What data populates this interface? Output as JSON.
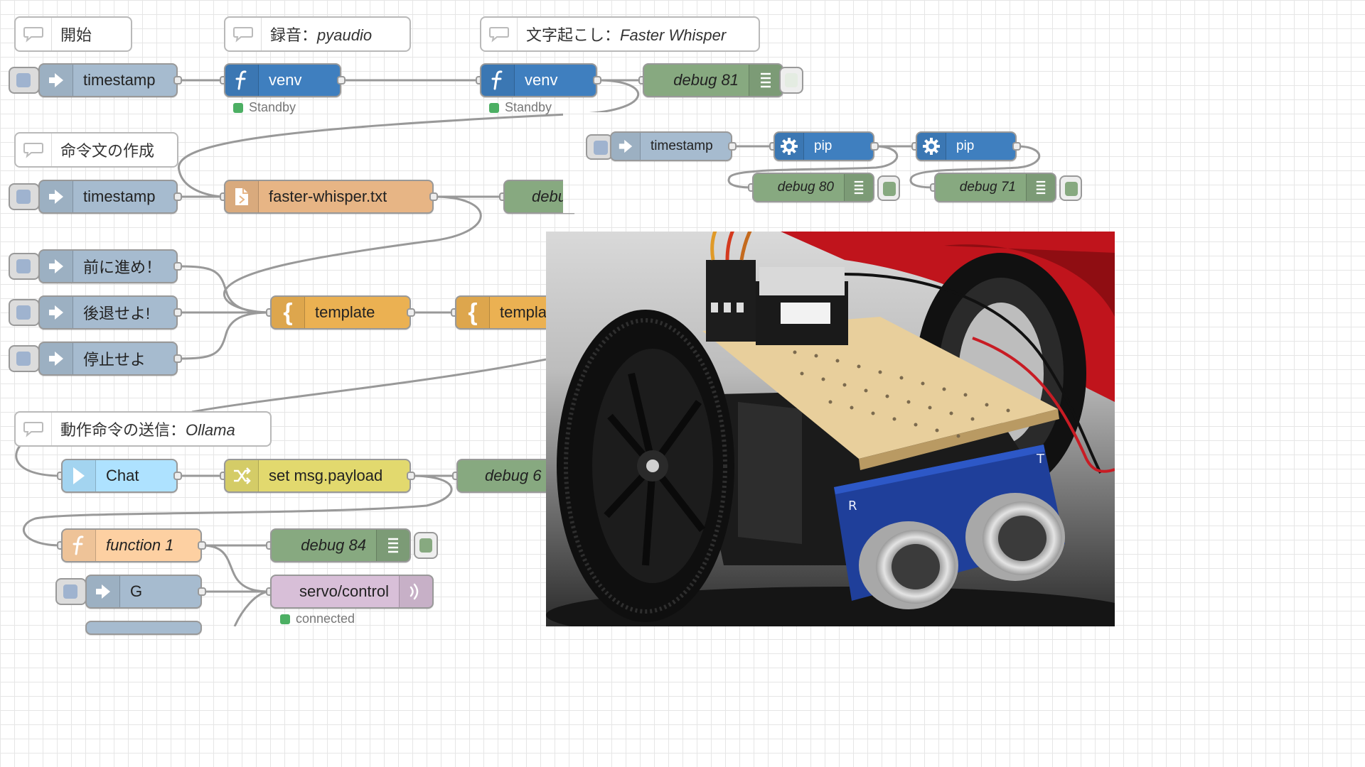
{
  "comments": {
    "start": "開始",
    "record_prefix": "録音：",
    "record_lib": "pyaudio",
    "transcribe_prefix": "文字起こし：",
    "transcribe_lib": "Faster Whisper",
    "instruction": "命令文の作成",
    "send_prefix": "動作命令の送信：",
    "send_lib": "Ollama"
  },
  "nodes": {
    "timestamp1": "timestamp",
    "venv1": "venv",
    "venv2": "venv",
    "debug81": "debug 81",
    "timestamp2": "timestamp",
    "file": "faster-whisper.txt",
    "debug_partial1": "debu",
    "cmd_forward": "前に進め！",
    "cmd_back": "後退せよ!",
    "cmd_stop": "停止せよ",
    "template1": "template",
    "template2": "templa",
    "chat": "Chat",
    "set_payload": "set msg.payload",
    "debug_partial2": "debug 6",
    "function1": "function 1",
    "debug84": "debug 84",
    "g": "G",
    "servo": "servo/control"
  },
  "status": {
    "standby1": "Standby",
    "standby2": "Standby",
    "connected": "connected"
  },
  "panel": {
    "timestamp": "timestamp",
    "pip1": "pip",
    "pip2": "pip",
    "debug80": "debug 80",
    "debug71": "debug 71"
  },
  "colors": {
    "inject": "#a6bbcf",
    "function": "#3f7fbf",
    "debug": "#87a980",
    "file": "#e7b585",
    "template": "#ebb152",
    "change": "#e2d96e",
    "chat": "#aee2ff",
    "function_light": "#fdd0a2",
    "mqtt": "#d8bfd8",
    "wire": "#999999"
  },
  "icons": {
    "inject": "arrow-in-icon",
    "function": "function-f-icon",
    "debug": "list-lines-icon",
    "file": "file-icon",
    "template": "curly-brace-icon",
    "change": "shuffle-icon",
    "pip": "gear-icon",
    "mqtt": "wifi-signal-icon",
    "comment": "speech-bubble-icon"
  },
  "photo": {
    "subject": "robot car with black wheels, perfboard and ultrasonic sensor",
    "sensor_label_left": "R",
    "sensor_label_right": "T"
  }
}
